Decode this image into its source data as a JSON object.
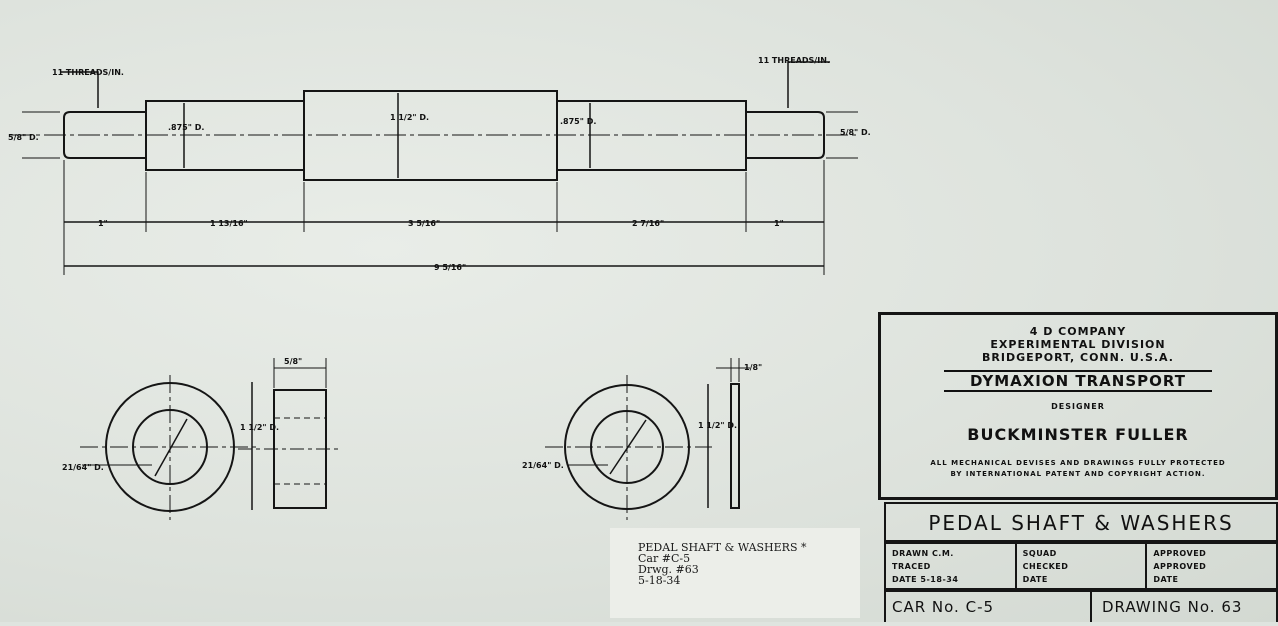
{
  "shaft": {
    "thread_left": "11 THREADS/IN.",
    "thread_right": "11 THREADS/IN.",
    "end_dia_left": "5/8\" D.",
    "end_dia_right": "5/8\" D.",
    "dia_1": ".875\" D.",
    "dia_2": "1 1/2\" D.",
    "dia_3": ".875\" D.",
    "len_1": "1\"",
    "len_2": "1 13/16\"",
    "len_3": "3 5/16\"",
    "len_4": "2 7/16\"",
    "len_5": "1\"",
    "overall": "9 5/16\""
  },
  "washer_left": {
    "bore": "21/64\" D.",
    "od": "1 1/2\" D.",
    "thick": "5/8\""
  },
  "washer_right": {
    "bore": "21/64\" D.",
    "od": "1 1/2\" D.",
    "thick": "1/8\""
  },
  "note": {
    "line1": "PEDAL SHAFT & WASHERS *",
    "line2": "Car #C-5",
    "line3": "Drwg. #63",
    "line4": "5-18-34"
  },
  "title_block": {
    "company": "4 D COMPANY",
    "division": "EXPERIMENTAL DIVISION",
    "location": "BRIDGEPORT, CONN. U.S.A.",
    "brand": "DYMAXION TRANSPORT",
    "designer_label": "DESIGNER",
    "designer": "BUCKMINSTER FULLER",
    "legal1": "ALL MECHANICAL DEVISES AND DRAWINGS FULLY PROTECTED",
    "legal2": "BY INTERNATIONAL PATENT AND COPYRIGHT ACTION.",
    "drawing_title": "PEDAL SHAFT & WASHERS",
    "drawn": "DRAWN C.M.",
    "traced": "TRACED",
    "date": "DATE 5-18-34",
    "squad": "SQUAD",
    "checked": "CHECKED",
    "date2": "DATE",
    "approved1": "APPROVED",
    "approved2": "APPROVED",
    "date3": "DATE",
    "car_no": "CAR No. C-5",
    "drawing_no": "DRAWING No. 63"
  }
}
